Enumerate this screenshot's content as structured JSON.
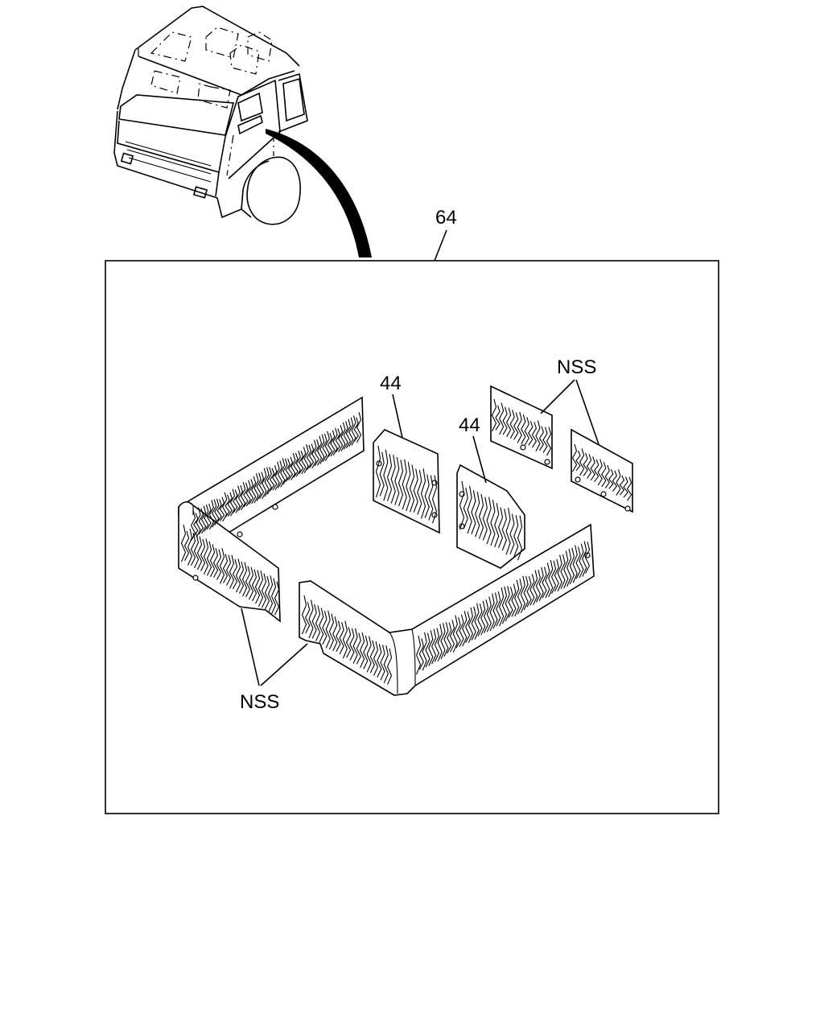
{
  "labels": {
    "assembly": "64",
    "part_a": "44",
    "part_b": "44",
    "nss_top": "NSS",
    "nss_bottom": "NSS"
  },
  "colors": {
    "line": "#000000",
    "background": "#ffffff"
  }
}
